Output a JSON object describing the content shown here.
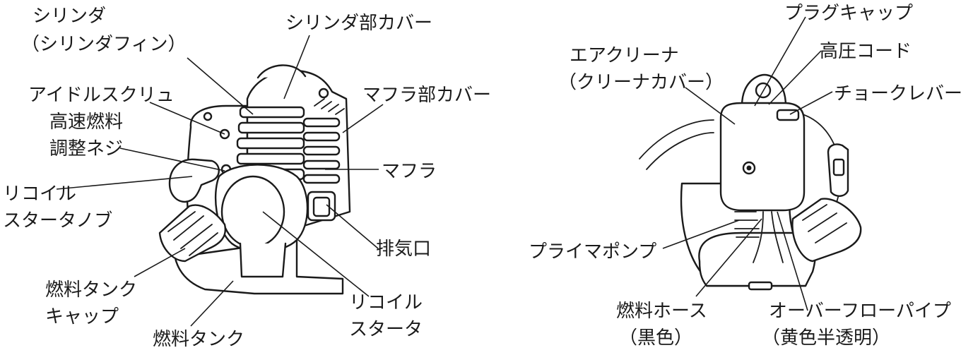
{
  "left_figure": {
    "cylinder_line1": "シリンダ",
    "cylinder_line2": "（シリンダフィン）",
    "cylinder_cover": "シリンダ部カバー",
    "idle_screw": "アイドルスクリュ",
    "hi_speed_line1": "高速燃料",
    "hi_speed_line2": "調整ネジ",
    "muffler_cover": "マフラ部カバー",
    "muffler": "マフラ",
    "recoil_knob_line1": "リコイル",
    "recoil_knob_line2": "スタータノブ",
    "exhaust": "排気口",
    "fuel_cap_line1": "燃料タンク",
    "fuel_cap_line2": "キャップ",
    "recoil_starter_line1": "リコイル",
    "recoil_starter_line2": "スタータ",
    "fuel_tank": "燃料タンク"
  },
  "right_figure": {
    "plug_cap": "プラグキャップ",
    "hv_cord": "高圧コード",
    "air_cleaner_line1": "エアクリーナ",
    "air_cleaner_line2": "（クリーナカバー）",
    "choke": "チョークレバー",
    "primer": "プライマポンプ",
    "fuel_hose_line1": "燃料ホース",
    "fuel_hose_line2": "（黒色）",
    "overflow_line1": "オーバーフローパイプ",
    "overflow_line2": "（黄色半透明）"
  }
}
